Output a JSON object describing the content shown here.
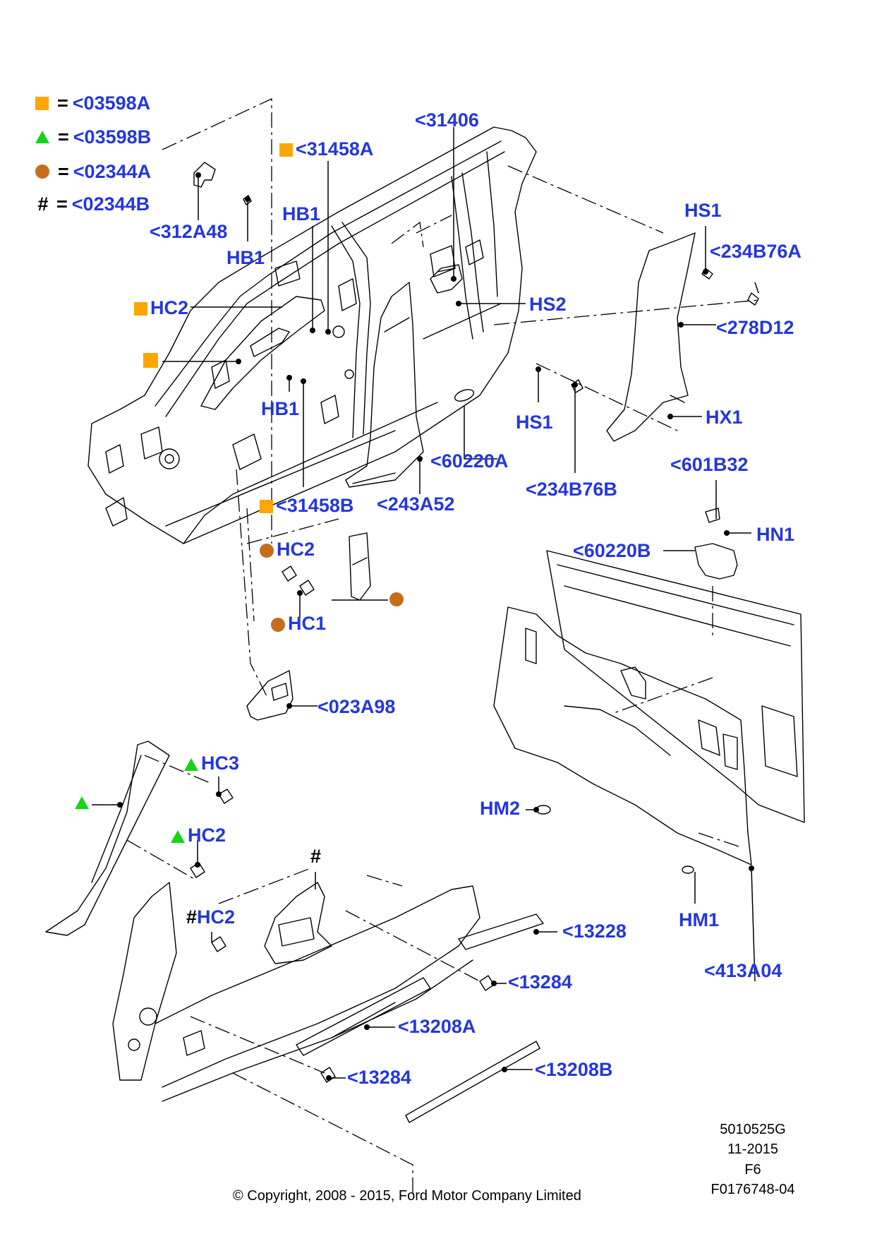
{
  "legend": [
    {
      "symbol": "square",
      "color": "#ffa500",
      "equals": "=",
      "code": "<03598A"
    },
    {
      "symbol": "triangle",
      "color": "#18d418",
      "equals": "=",
      "code": "<03598B"
    },
    {
      "symbol": "circle",
      "color": "#c46e1c",
      "equals": "=",
      "code": "<02344A"
    },
    {
      "symbol": "#",
      "color": "#000000",
      "equals": "=",
      "code": "<02344B"
    }
  ],
  "labels": {
    "l31406": "<31406",
    "l31458A": "<31458A",
    "l312A48": "<312A48",
    "lHB1a": "HB1",
    "lHB1b": "HB1",
    "lHB1c": "HB1",
    "lHC2a": "HC2",
    "lHS1a": "HS1",
    "l234B76A": "<234B76A",
    "lHS2": "HS2",
    "l278D12": "<278D12",
    "lHS1b": "HS1",
    "lHX1": "HX1",
    "l60220A": "<60220A",
    "l243A52": "<243A52",
    "l234B76B": "<234B76B",
    "l31458B": "<31458B",
    "l601B32": "<601B32",
    "lHN1": "HN1",
    "l60220B": "<60220B",
    "lHC2b": "HC2",
    "lHC1": "HC1",
    "l023A98": "<023A98",
    "lHC3": "HC3",
    "lHC2c": "HC2",
    "lHC2d": "HC2",
    "lHM2": "HM2",
    "lHM1": "HM1",
    "l413A04": "<413A04",
    "l13228": "<13228",
    "l13284a": "<13284",
    "l13208A": "<13208A",
    "l13284b": "<13284",
    "l13208B": "<13208B",
    "hashTop": "#",
    "hashHC2": "#"
  },
  "reference": {
    "drawing_no": "5010525G",
    "date": "11-2015",
    "sheet": "F6",
    "figure": "F0176748-04"
  },
  "copyright": "© Copyright, 2008 - 2015, Ford Motor Company Limited",
  "colors": {
    "label_blue": "#2436e0",
    "square_orange": "#ffa500",
    "triangle_green": "#18d418",
    "circle_brown": "#c46e1c"
  }
}
